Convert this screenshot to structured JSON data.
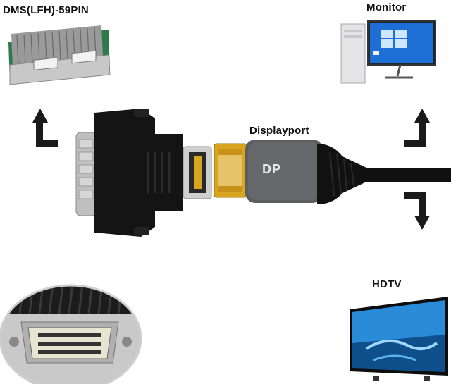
{
  "labels": {
    "dms": "DMS(LFH)-59PIN",
    "monitor": "Monitor",
    "displayport": "Displayport",
    "hdtv": "HDTV",
    "plug_marking": "DP"
  },
  "colors": {
    "arrow": "#1a1a1a",
    "adapter_body": "#141414",
    "dp_shell": "#d8a520",
    "plug_housing": "#5b5d60",
    "cable": "#101010"
  },
  "icons": {
    "graphics_card": "graphics-card-photo",
    "monitor": "desktop-computer-photo",
    "hdtv": "television-photo",
    "connector_closeup": "dms59-port-closeup-photo"
  }
}
